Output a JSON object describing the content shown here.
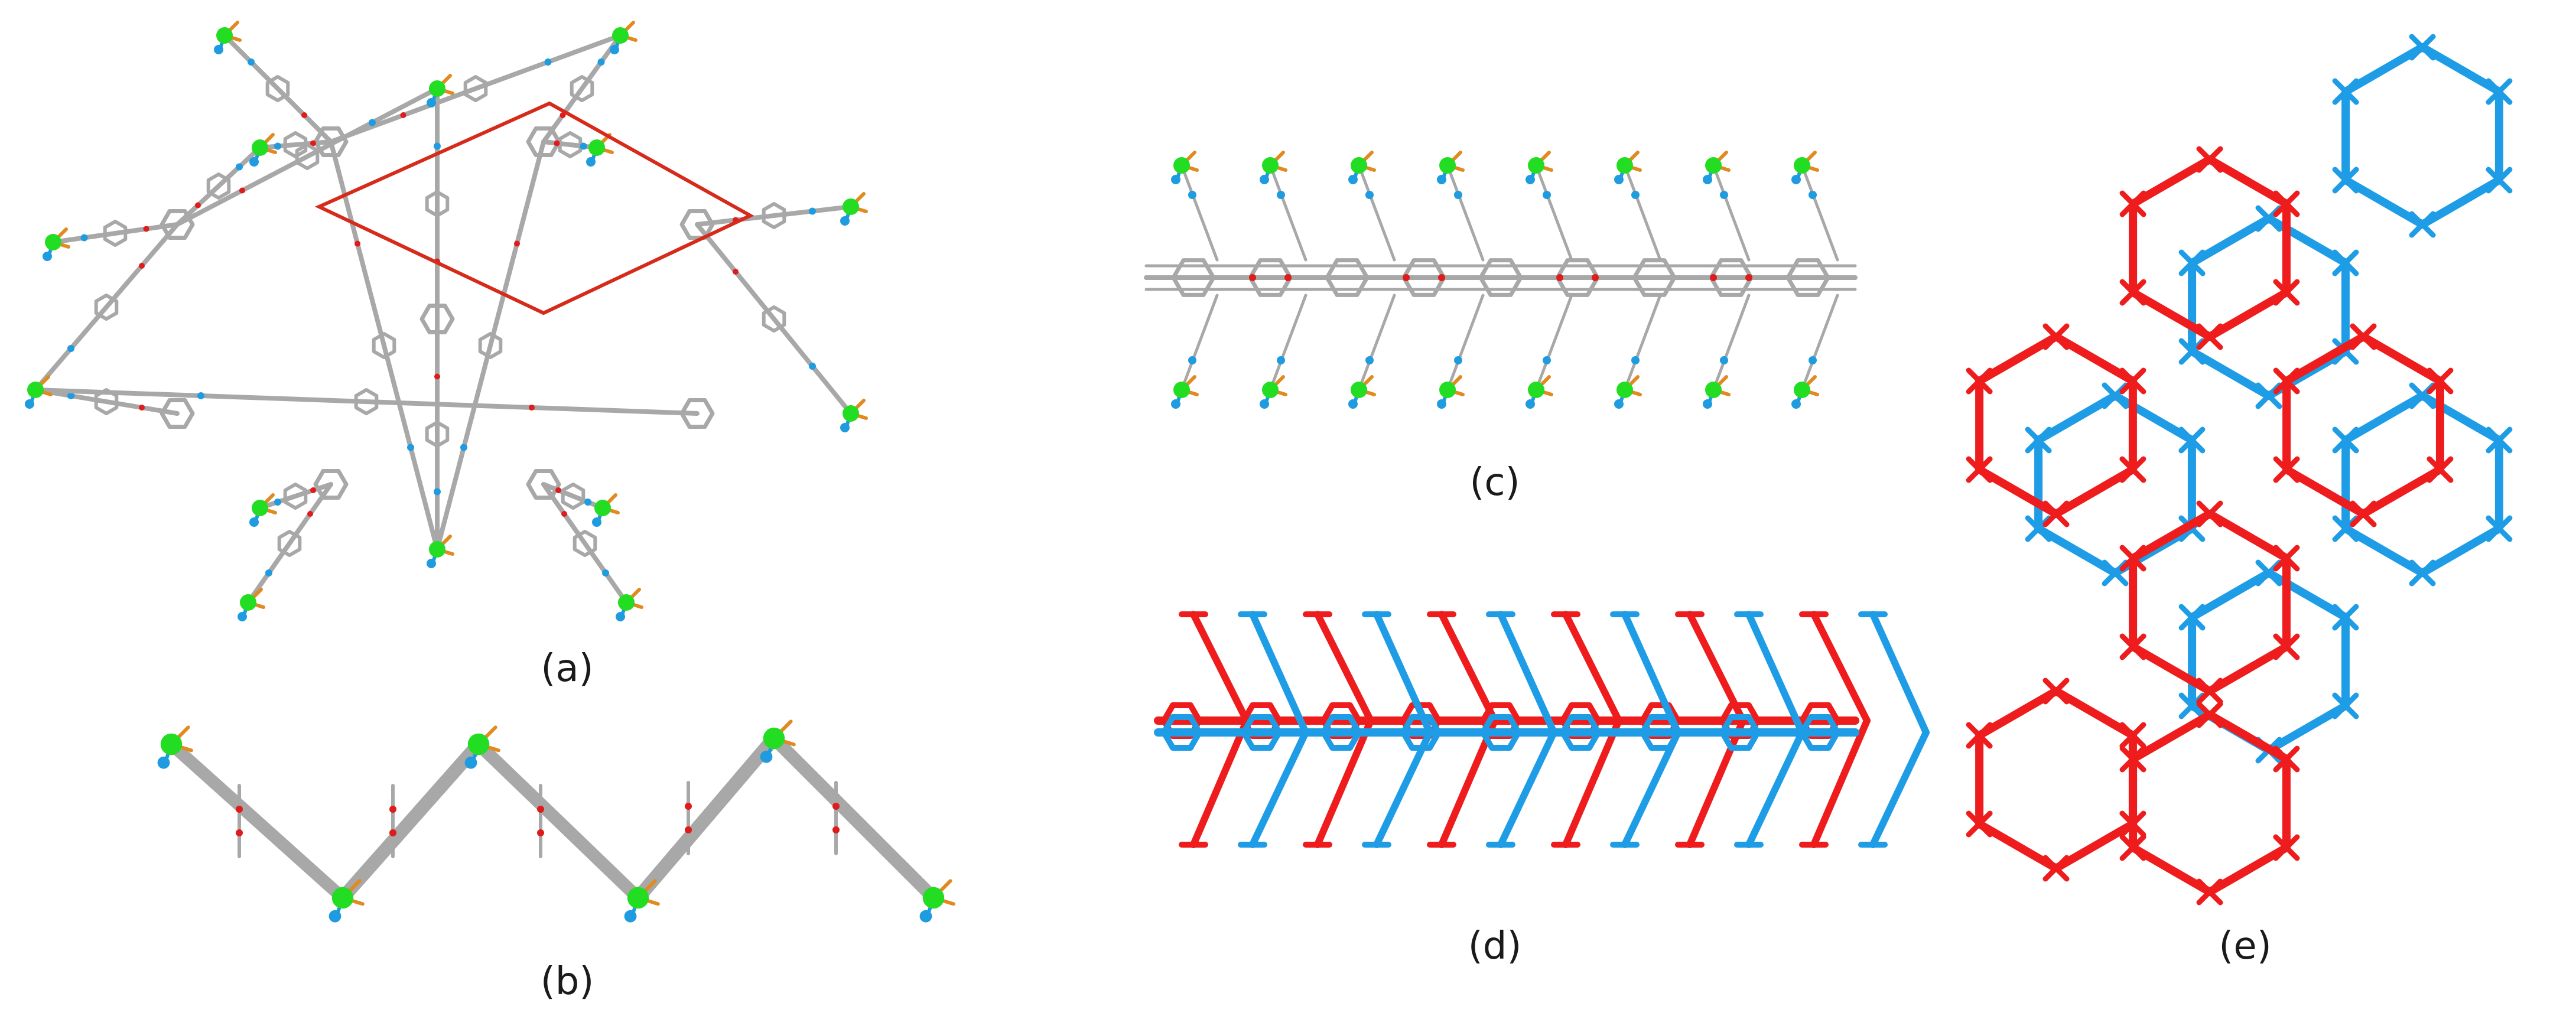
{
  "captions": {
    "a": "(a)",
    "b": "(b)",
    "c": "(c)",
    "d": "(d)",
    "e": "(e)"
  },
  "colors": {
    "framework": "#a8a8a8",
    "nitrogen": "#1f9be0",
    "oxygen": "#e01b1b",
    "metal": "#22dd22",
    "halide": "#e08a20",
    "unit_cell": "#d62a1a",
    "net_red": "#ee1c1c",
    "net_blue": "#1e9de6"
  }
}
